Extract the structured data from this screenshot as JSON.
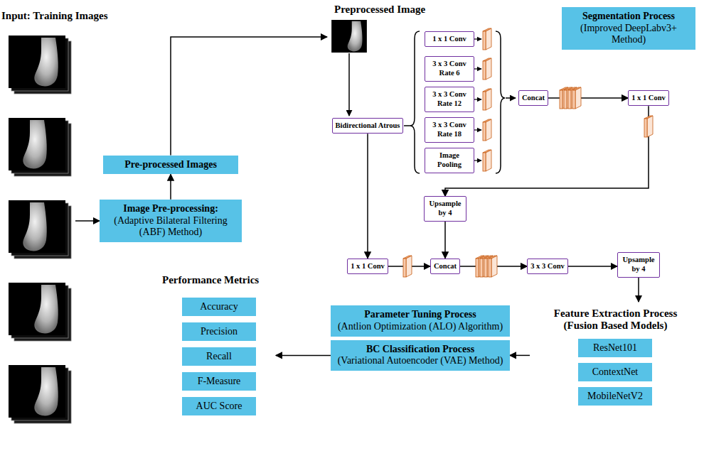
{
  "diagram": {
    "nodes": [
      {
        "text": [
          "Input: Training Images"
        ]
      },
      {
        "text": [
          "Image Pre-processing:",
          "(Adaptive Bilateral Filtering (ABF) Method)"
        ]
      },
      {
        "text": [
          "Pre-processed Images"
        ]
      },
      {
        "text": [
          "Preprocessed Image"
        ]
      },
      {
        "text": [
          "Segmentation Process",
          "(Improved DeepLabv3+ Method)"
        ],
        "in": 3
      },
      {
        "text": [
          "Bidirectional Atrous"
        ],
        "in": 3
      },
      {
        "text": [
          "1 x 1 Conv"
        ],
        "in": 3
      },
      {
        "text": [
          "3 x 3 Conv Rate 6"
        ],
        "in": 3
      },
      {
        "text": [
          "3 x 3 Conv Rate 12"
        ],
        "in": 3
      },
      {
        "text": [
          "3 x 3 Conv Rate 18"
        ],
        "in": 3
      },
      {
        "text": [
          "Image Pooling"
        ],
        "in": 3
      },
      {
        "text": [
          "Concat"
        ],
        "in": 3
      },
      {
        "text": [
          "1 x 1 Conv"
        ],
        "in": 3
      },
      {
        "text": [
          "Upsample by 4"
        ],
        "in": 3
      },
      {
        "text": [
          "1 x 1 Conv"
        ],
        "in": 3
      },
      {
        "text": [
          "Concat"
        ],
        "in": 3
      },
      {
        "text": [
          "3 x 3 Conv"
        ],
        "in": 3
      },
      {
        "text": [
          "Upsample by 4"
        ],
        "in": 3
      },
      {
        "text": [
          "Feature Extraction Process (Fusion Based Models)"
        ]
      },
      {
        "text": [
          "ResNet101"
        ],
        "in": 18
      },
      {
        "text": [
          "ContextNet"
        ],
        "in": 18
      },
      {
        "text": [
          "MobileNetV2"
        ],
        "in": 18
      },
      {
        "text": [
          "Parameter Tuning Process",
          "(Antlion Optimization (ALO) Algorithm)"
        ]
      },
      {
        "text": [
          "BC Classification Process",
          "(Variational Autoencoder (VAE) Method)"
        ]
      },
      {
        "text": [
          "Performance Metrics"
        ]
      },
      {
        "text": [
          "Accuracy"
        ],
        "in": 24
      },
      {
        "text": [
          "Precision"
        ],
        "in": 24
      },
      {
        "text": [
          "Recall"
        ],
        "in": 24
      },
      {
        "text": [
          "F-Measure"
        ],
        "in": 24
      },
      {
        "text": [
          "AUC Score"
        ],
        "in": 24
      }
    ],
    "edges": [
      {
        "from": 0,
        "to": 1,
        "arrow": "to"
      },
      {
        "from": 1,
        "to": 2,
        "arrow": "to"
      },
      {
        "from": 2,
        "to": 3,
        "arrow": "to"
      },
      {
        "from": 5,
        "to": 14,
        "arrow": "to"
      },
      {
        "from": 11,
        "to": 12,
        "arrow": "to"
      },
      {
        "from": 12,
        "to": 13,
        "arrow": "to"
      },
      {
        "from": 14,
        "to": 15,
        "arrow": "to"
      },
      {
        "from": 13,
        "to": 15,
        "arrow": "to"
      },
      {
        "from": 15,
        "to": 16,
        "arrow": "to"
      },
      {
        "from": 16,
        "to": 17,
        "arrow": "to"
      },
      {
        "from": 17,
        "to": 18,
        "arrow": "to"
      },
      {
        "from": 18,
        "to": 23,
        "arrow": "to"
      },
      {
        "from": 23,
        "to": 24,
        "arrow": "to"
      }
    ]
  }
}
